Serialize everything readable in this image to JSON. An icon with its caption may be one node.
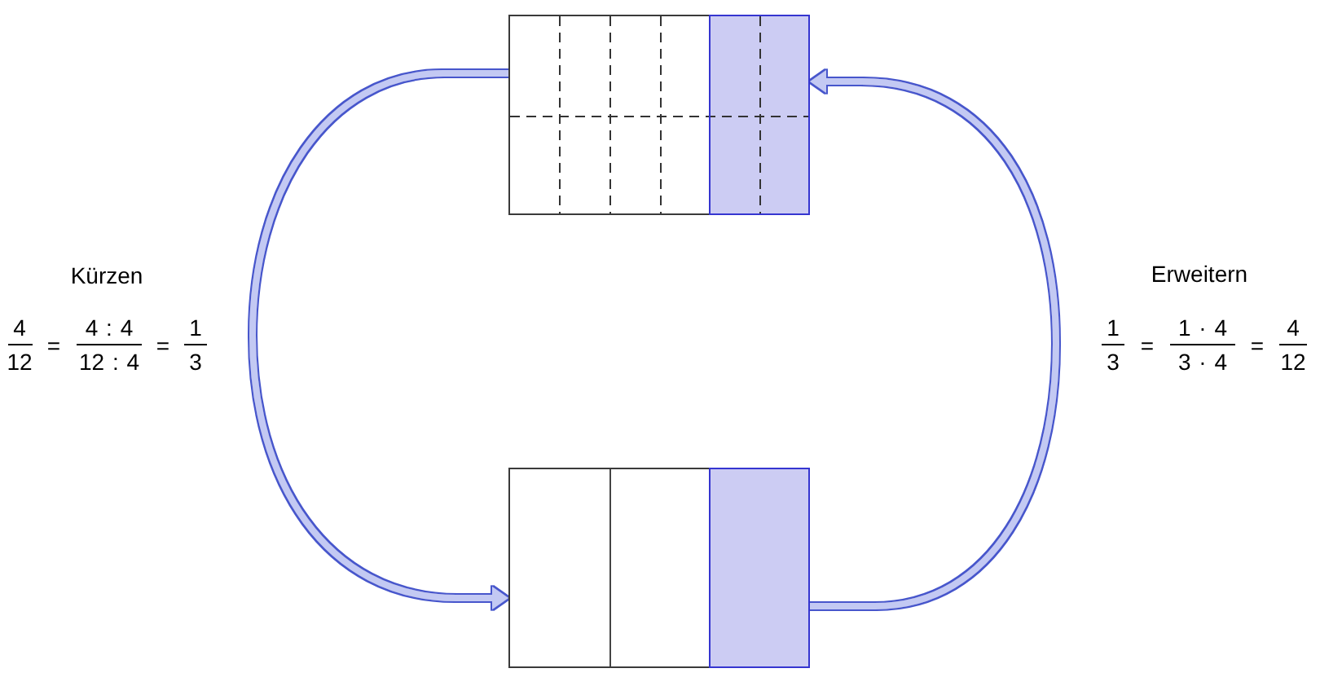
{
  "diagram": {
    "nodes": [
      {
        "text": [],
        "shape": "box"
      },
      {
        "text": [],
        "shape": "box"
      }
    ],
    "edges": [
      {
        "from": 0,
        "to": 1,
        "arrow": "to"
      },
      {
        "from": 1,
        "to": 0,
        "arrow": "to"
      }
    ],
    "labels": [
      "Kürzen",
      "4",
      "12",
      "=",
      "4 : 4",
      "12 : 4",
      "=",
      "1",
      "3",
      "Erweitern",
      "1",
      "3",
      "=",
      "1 · 4",
      "3 · 4",
      "=",
      "4",
      "12"
    ]
  }
}
